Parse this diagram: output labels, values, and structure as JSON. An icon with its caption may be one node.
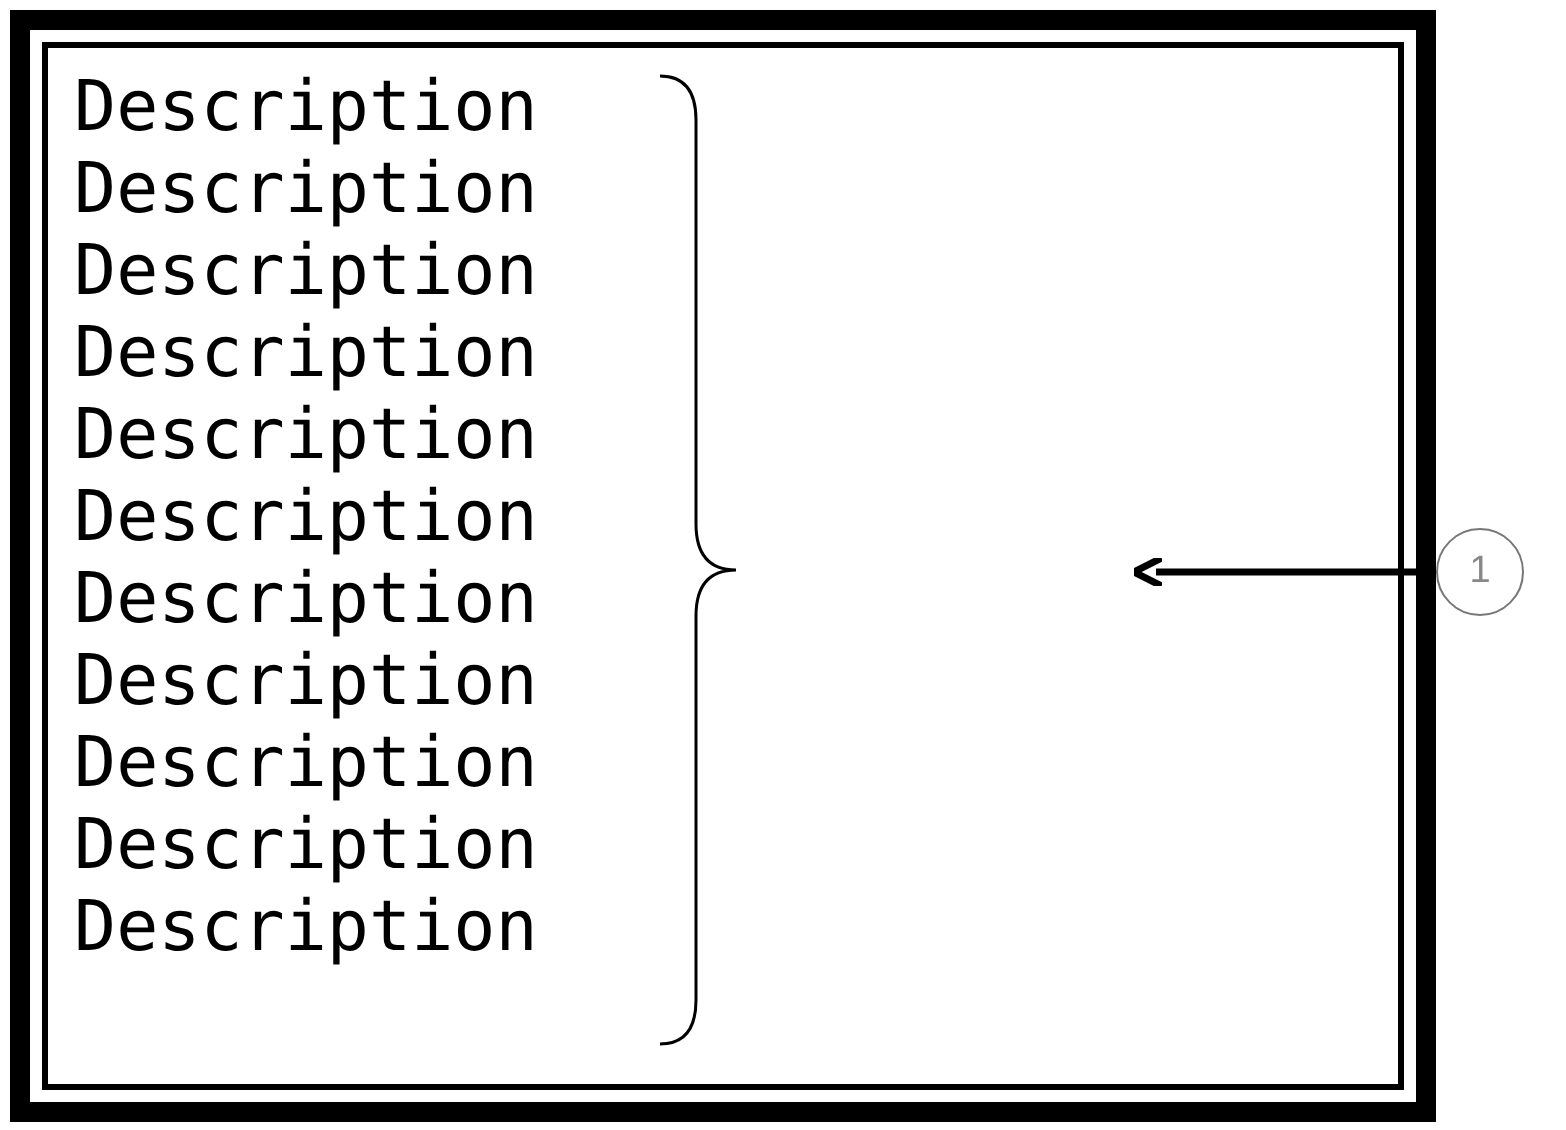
{
  "diagram": {
    "nodes": [
      {
        "text": [],
        "shape": "box"
      },
      {
        "text": [
          "1"
        ]
      }
    ],
    "edges": [
      {
        "from": 1,
        "to": 0,
        "arrow": "to"
      }
    ],
    "labels": [
      "Description",
      "Description",
      "Description",
      "Description",
      "Description",
      "Description",
      "Description",
      "Description",
      "Description",
      "Description",
      "Description"
    ]
  }
}
